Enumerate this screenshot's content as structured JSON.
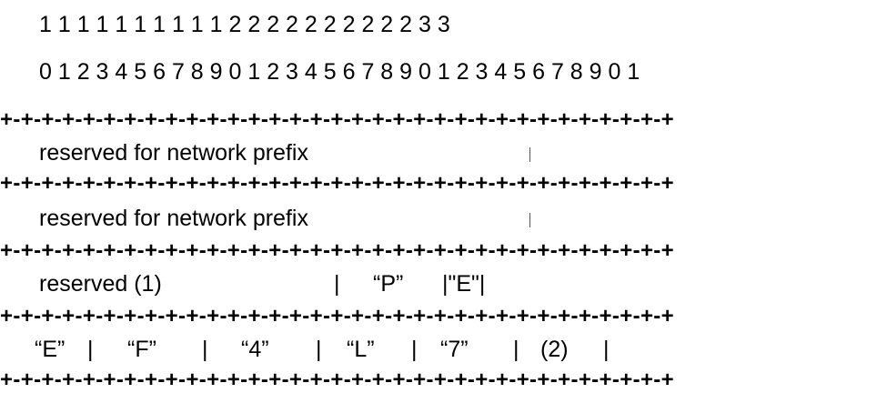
{
  "header": {
    "tens_row": "1 1 1 1 1 1 1 1 1 1 2 2 2 2 2 2 2 2 2 2 3 3",
    "units_row": "0 1 2 3 4 5 6 7 8 9 0 1 2 3 4 5 6 7 8 9 0 1 2 3 4 5 6 7 8 9 0 1"
  },
  "border": "+-+-+-+-+-+-+-+-+-+-+-+-+-+-+-+-+-+-+-+-+-+-+-+-+-+-+-+-+-+-+-+-+",
  "rows": [
    {
      "label": "reserved for network prefix"
    },
    {
      "label": "reserved for network prefix"
    },
    {
      "label": "reserved (1)",
      "sep1": "|",
      "field_p": "“P”",
      "field_e": "|\"E\"|"
    },
    {
      "f1": "“E”",
      "s1": "|",
      "f2": "“F”",
      "s2": "|",
      "f3": "“4”",
      "s3": "|",
      "f4": "“L”",
      "s4": "|",
      "f5": "“7”",
      "s5": "|",
      "f6": "(2)",
      "s6": "|"
    }
  ]
}
